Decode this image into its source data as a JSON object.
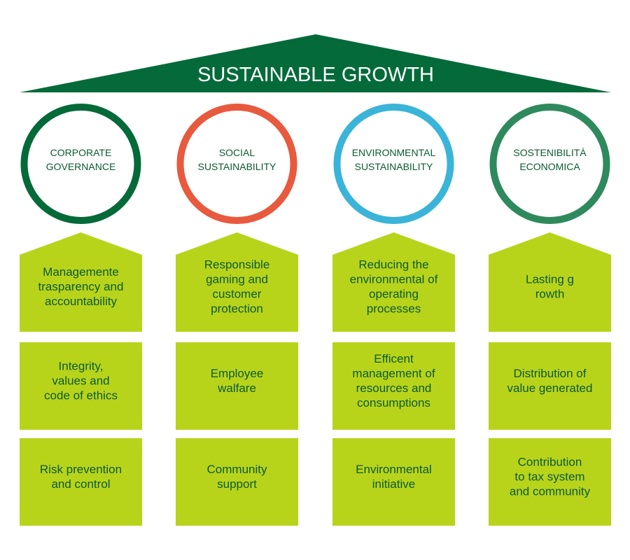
{
  "title": "SUSTAINABLE GROWTH",
  "colors": {
    "roof": "#056a3a",
    "block": "#b8d41a",
    "text": "#0b5a32",
    "pillar_rings": [
      "#046a38",
      "#e85a3e",
      "#3ab4d8",
      "#2e8a5c"
    ]
  },
  "pillars": [
    {
      "label_lines": [
        "CORPORATE",
        "GOVERNANCE"
      ],
      "blocks": [
        [
          "Managemente",
          "trasparency and",
          "accountability"
        ],
        [
          "Integrity,",
          "values and",
          "code of ethics"
        ],
        [
          "Risk prevention",
          "and control"
        ]
      ]
    },
    {
      "label_lines": [
        "SOCIAL",
        "SUSTAINABILITY"
      ],
      "blocks": [
        [
          "Responsible",
          "gaming and",
          "customer",
          "protection"
        ],
        [
          "Employee",
          "walfare"
        ],
        [
          "Community",
          "support"
        ]
      ]
    },
    {
      "label_lines": [
        "ENVIRONMENTAL",
        "SUSTAINABILITY"
      ],
      "blocks": [
        [
          "Reducing the",
          "environmental of",
          "operating",
          "processes"
        ],
        [
          "Efficent",
          "management of",
          "resources and",
          "consumptions"
        ],
        [
          "Environmental",
          "initiative"
        ]
      ]
    },
    {
      "label_lines": [
        "SOSTENIBILITÀ",
        "ECONOMICA"
      ],
      "blocks": [
        [
          "Lasting g",
          "rowth"
        ],
        [
          "Distribution of",
          "value generated"
        ],
        [
          "Contribution",
          "to tax system",
          "and community"
        ]
      ]
    }
  ]
}
